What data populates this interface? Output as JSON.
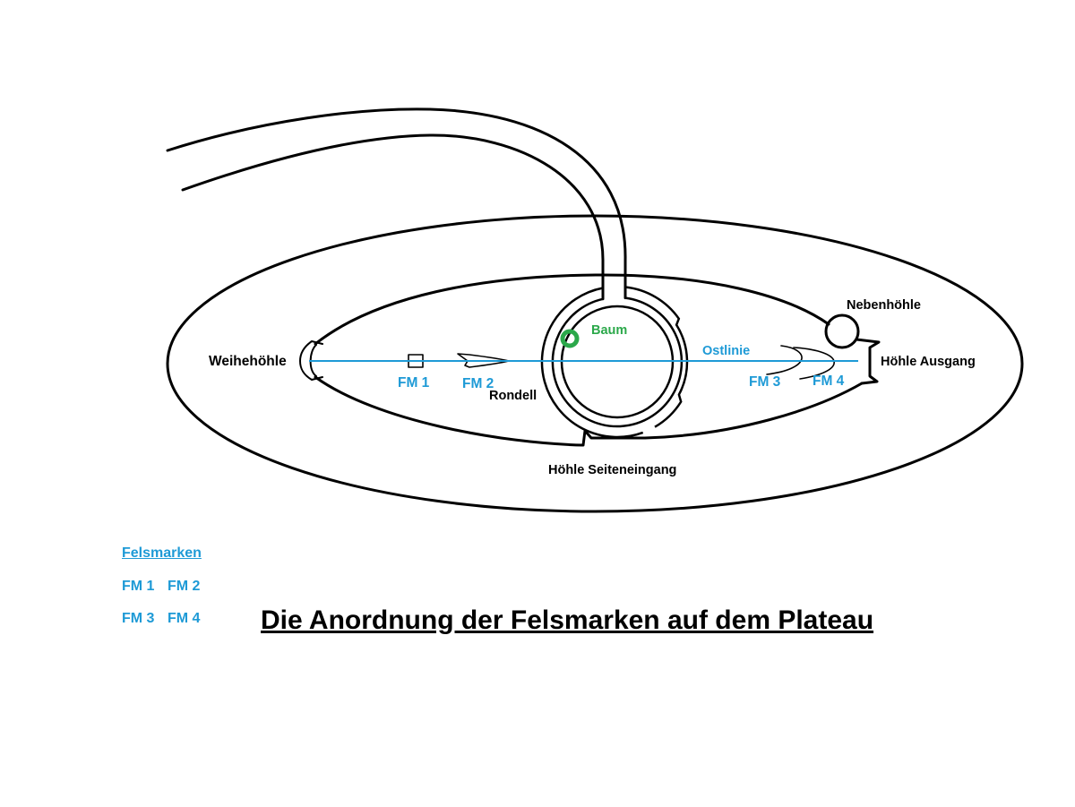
{
  "title": "Die Anordnung der Felsmarken auf dem Plateau",
  "colors": {
    "ink": "#000000",
    "marker": "#1e9ad6",
    "tree": "#2ba84a"
  },
  "labels": {
    "weihehoehle": "Weihehöhle",
    "rondell": "Rondell",
    "baum": "Baum",
    "ostlinie": "Ostlinie",
    "nebenhoehle": "Nebenhöhle",
    "ausgang": "Höhle Ausgang",
    "seiteneingang": "Höhle Seiteneingang"
  },
  "markers": [
    {
      "label": "FM 1"
    },
    {
      "label": "FM 2"
    },
    {
      "label": "FM 3"
    },
    {
      "label": "FM 4"
    }
  ],
  "legend": {
    "heading": "Felsmarken",
    "rows": [
      [
        "FM 1",
        "FM 2"
      ],
      [
        "FM 3",
        "FM 4"
      ]
    ]
  }
}
